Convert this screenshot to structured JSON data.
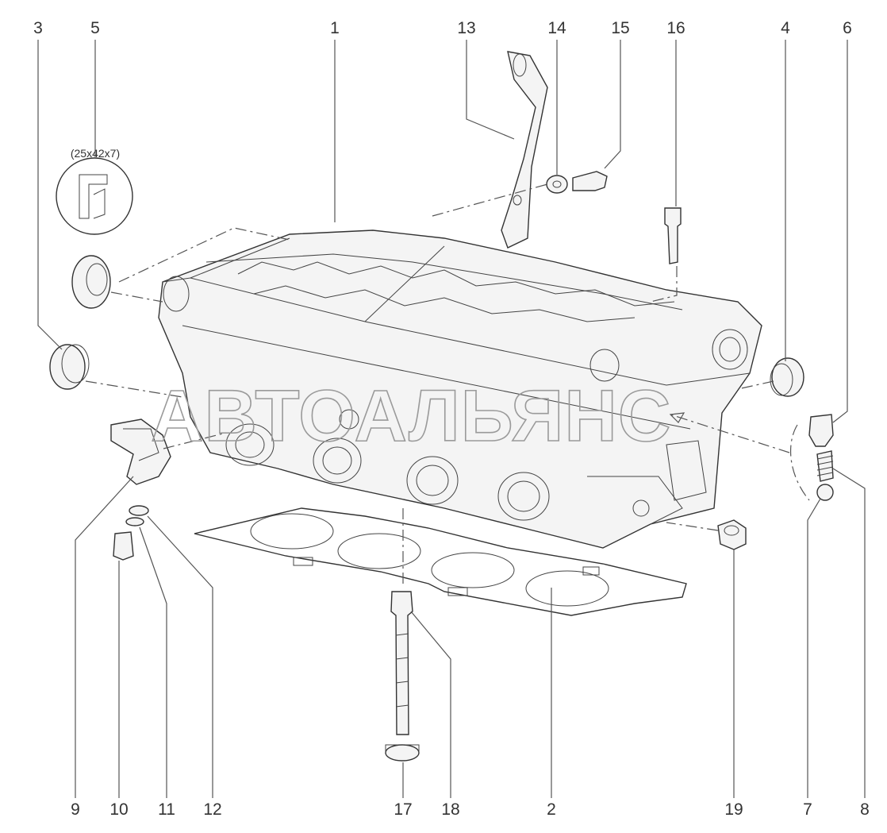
{
  "diagram": {
    "callouts": [
      {
        "id": "c1",
        "text": "1"
      },
      {
        "id": "c2",
        "text": "2"
      },
      {
        "id": "c3",
        "text": "3"
      },
      {
        "id": "c4",
        "text": "4"
      },
      {
        "id": "c5",
        "text": "5"
      },
      {
        "id": "c6",
        "text": "6"
      },
      {
        "id": "c7",
        "text": "7"
      },
      {
        "id": "c8",
        "text": "8"
      },
      {
        "id": "c9",
        "text": "9"
      },
      {
        "id": "c10",
        "text": "10"
      },
      {
        "id": "c11",
        "text": "11"
      },
      {
        "id": "c12",
        "text": "12"
      },
      {
        "id": "c13",
        "text": "13"
      },
      {
        "id": "c14",
        "text": "14"
      },
      {
        "id": "c15",
        "text": "15"
      },
      {
        "id": "c16",
        "text": "16"
      },
      {
        "id": "c17",
        "text": "17"
      },
      {
        "id": "c18",
        "text": "18"
      },
      {
        "id": "c19",
        "text": "19"
      }
    ],
    "seal_dimensions": "(25x42x7)",
    "watermark": "АВТОАЛЬЯНС"
  }
}
